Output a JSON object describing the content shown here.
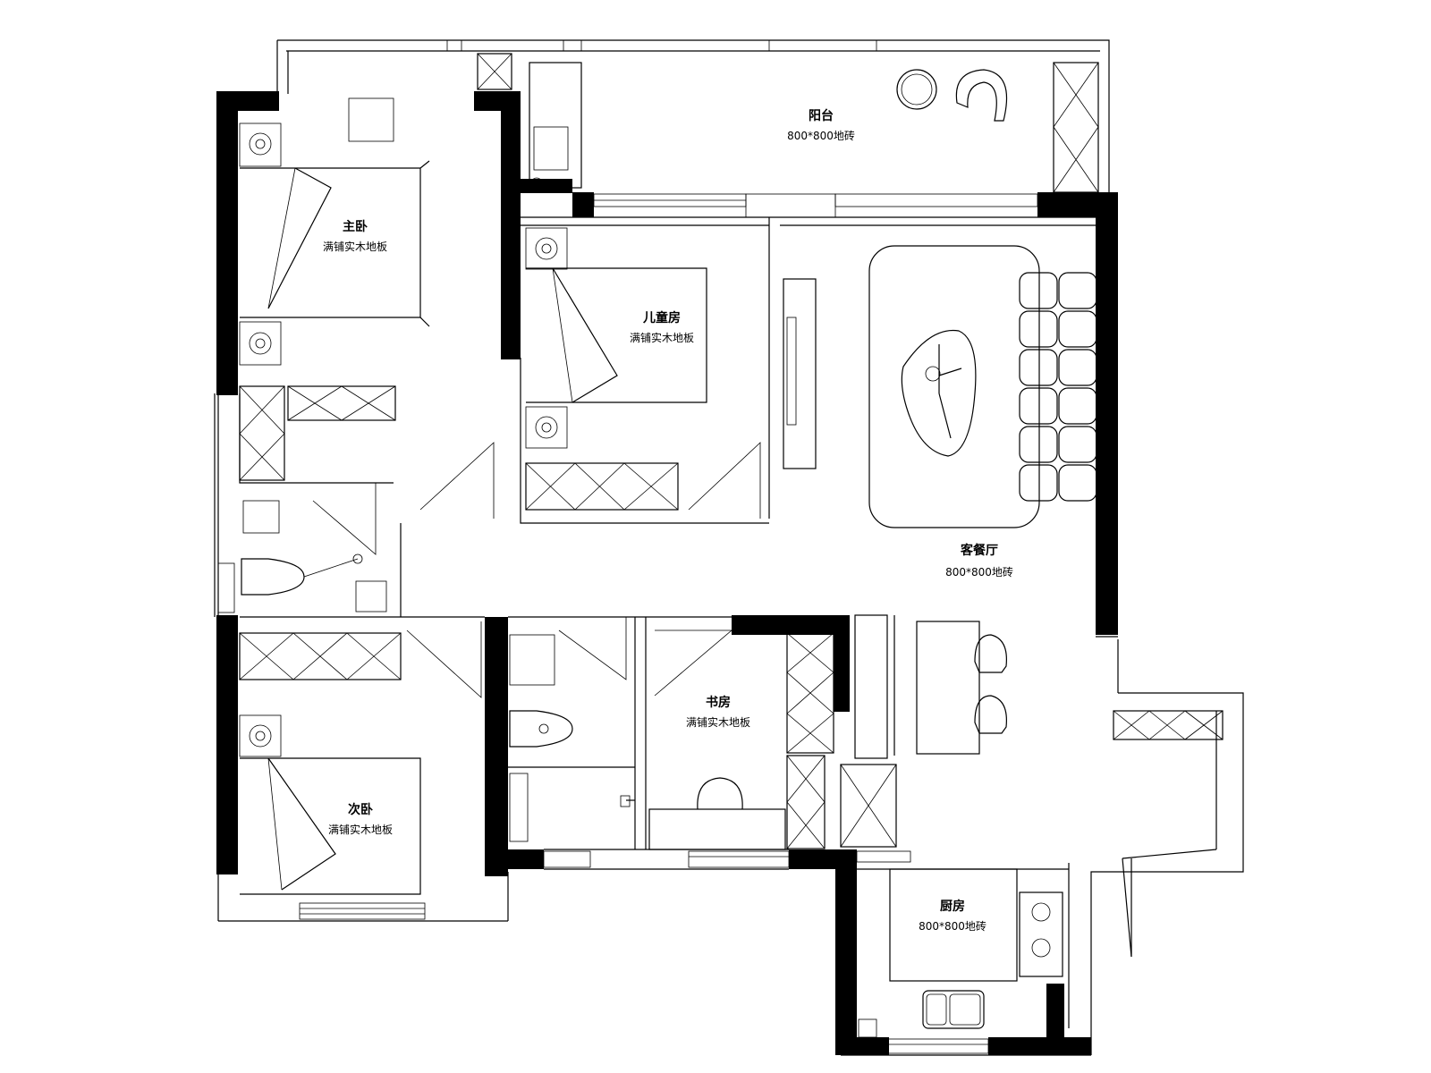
{
  "rooms": {
    "balcony": {
      "name": "阳台",
      "floor": "800*800地砖"
    },
    "master": {
      "name": "主卧",
      "floor": "满铺实木地板"
    },
    "kids": {
      "name": "儿童房",
      "floor": "满铺实木地板"
    },
    "living": {
      "name": "客餐厅",
      "floor": "800*800地砖"
    },
    "study": {
      "name": "书房",
      "floor": "满铺实木地板"
    },
    "second": {
      "name": "次卧",
      "floor": "满铺实木地板"
    },
    "kitchen": {
      "name": "厨房",
      "floor": "800*800地砖"
    }
  }
}
